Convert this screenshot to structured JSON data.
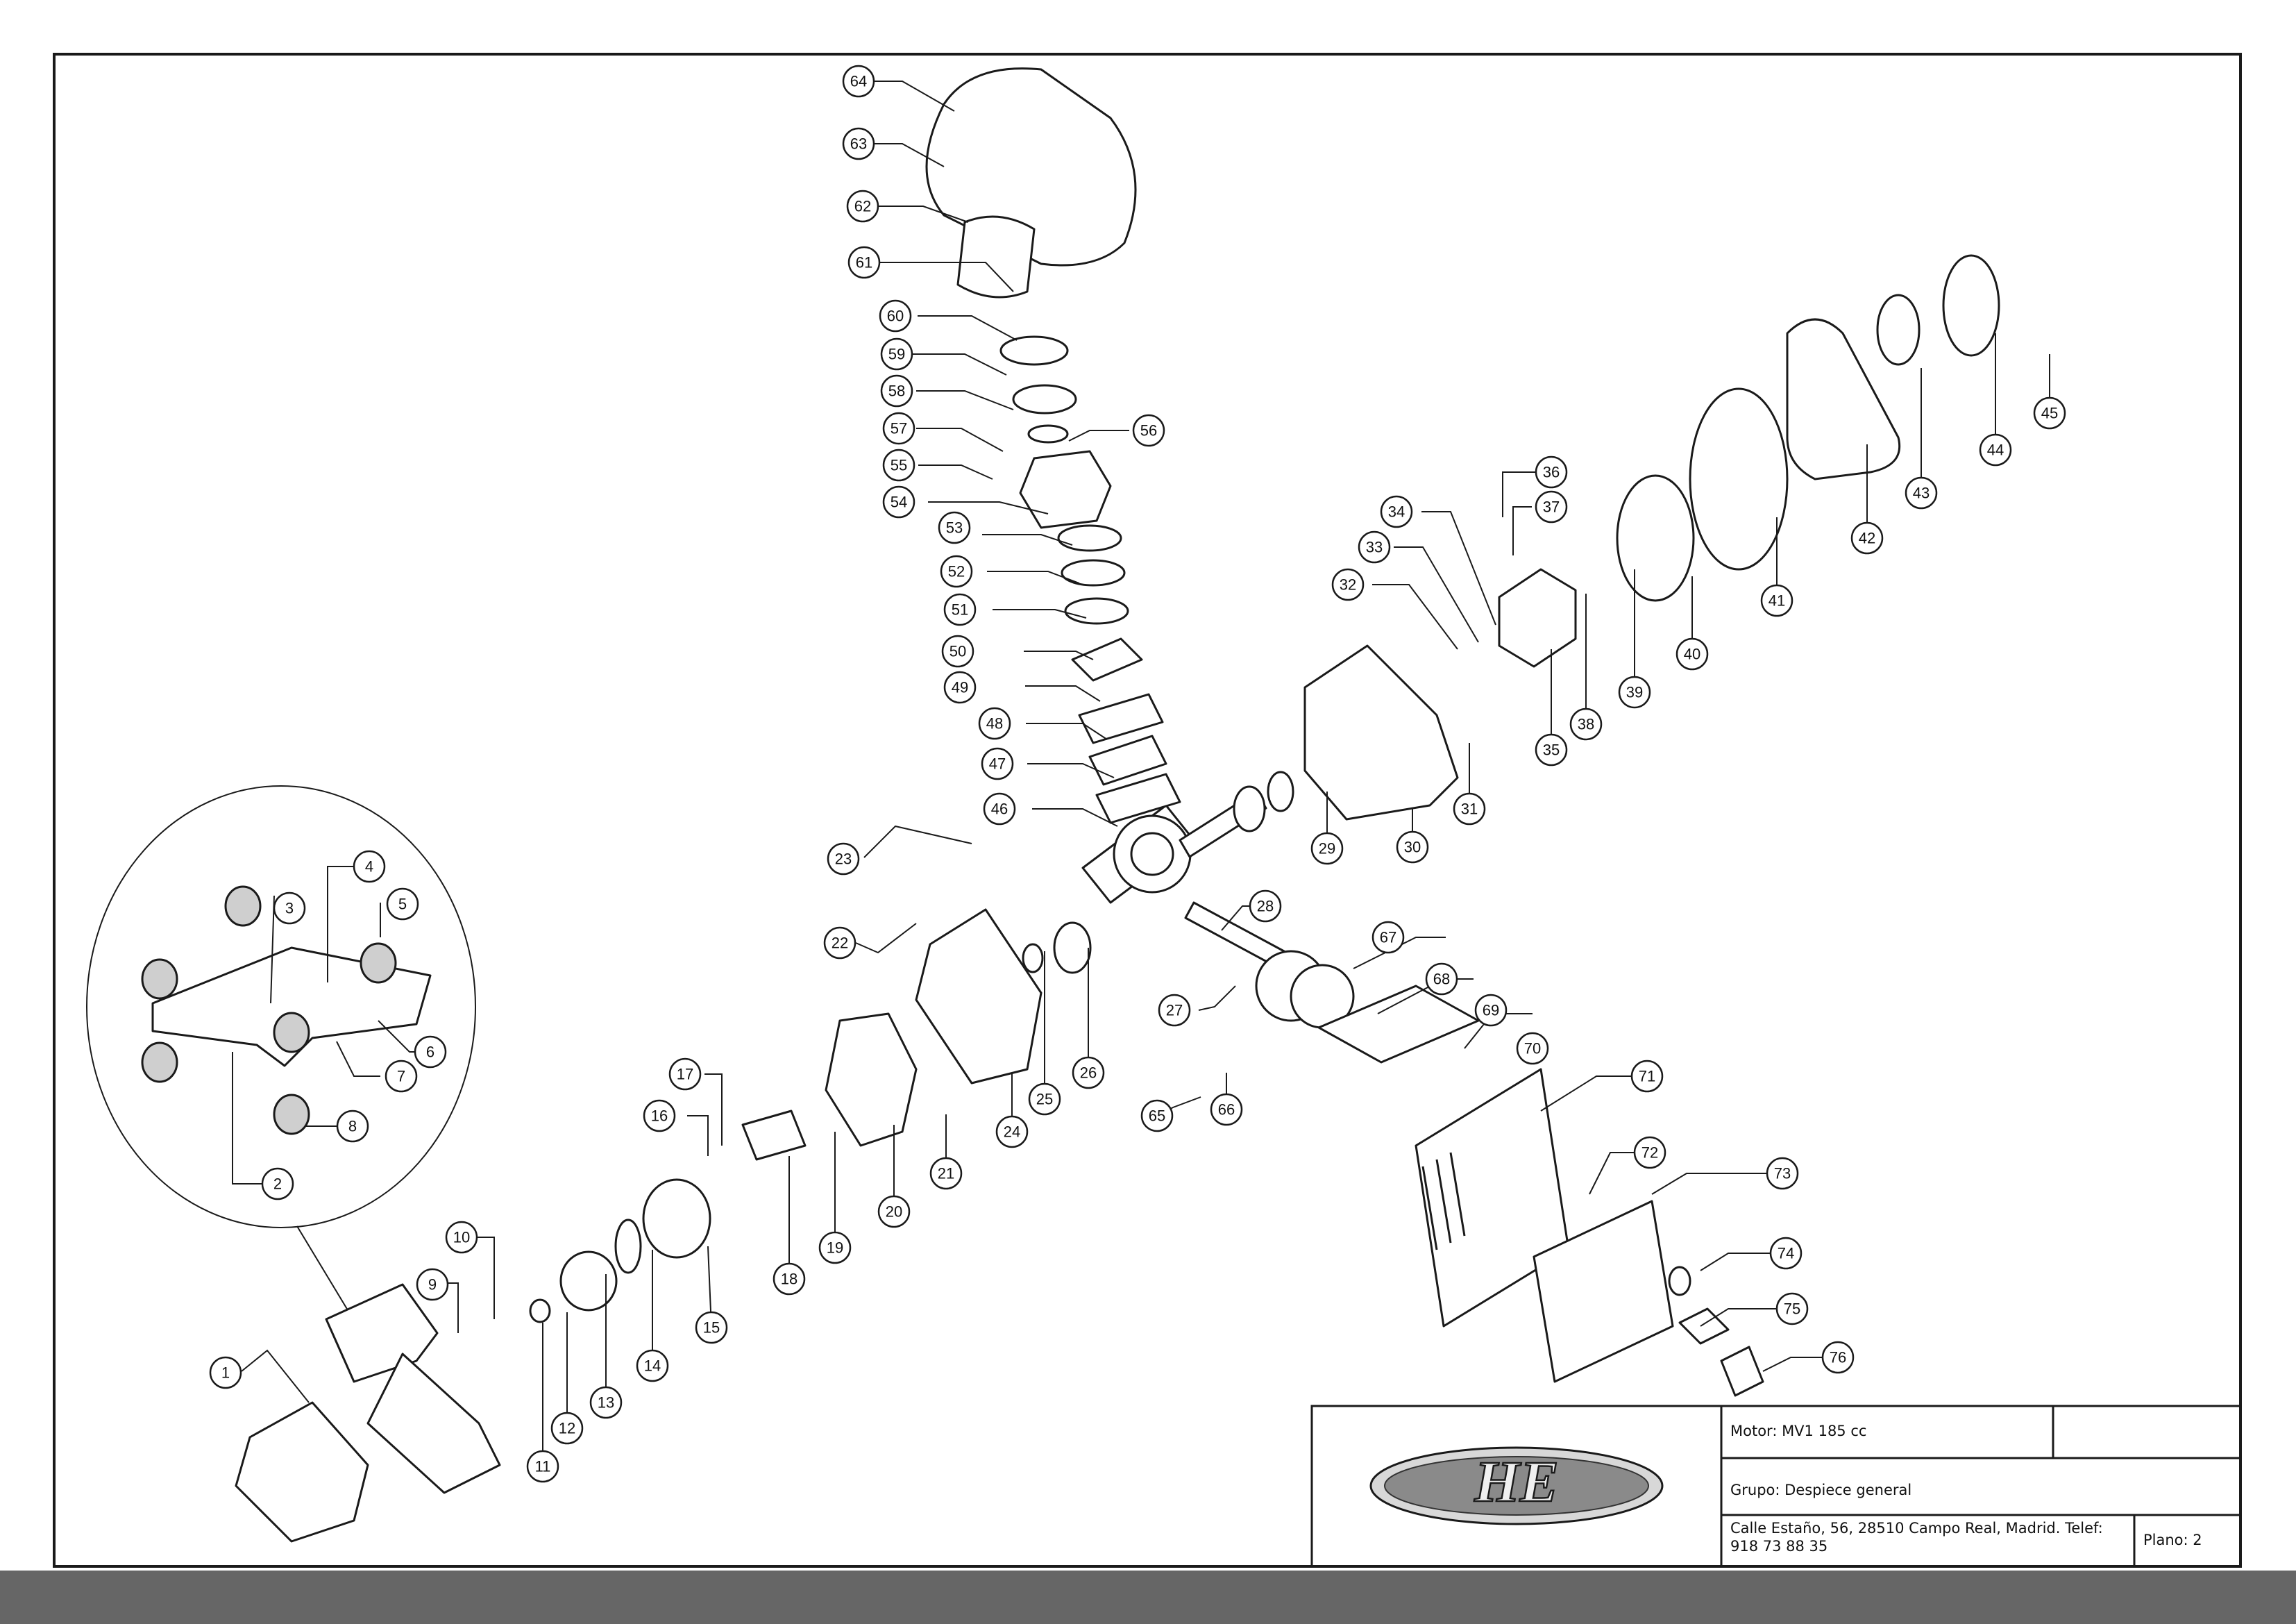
{
  "title_block": {
    "motor": "Motor: MV1 185 cc",
    "grupo": "Grupo: Despiece general",
    "address": "Calle Estaño, 56, 28510 Campo Real, Madrid. Telef:\n918 73 88 35",
    "plano": "Plano: 2"
  },
  "logo_text": "HE",
  "callouts": [
    "1",
    "2",
    "3",
    "4",
    "5",
    "6",
    "7",
    "8",
    "9",
    "10",
    "11",
    "12",
    "13",
    "14",
    "15",
    "16",
    "17",
    "18",
    "19",
    "20",
    "21",
    "22",
    "23",
    "24",
    "25",
    "26",
    "27",
    "28",
    "29",
    "30",
    "31",
    "32",
    "33",
    "34",
    "35",
    "36",
    "37",
    "38",
    "39",
    "40",
    "41",
    "42",
    "43",
    "44",
    "45",
    "46",
    "47",
    "48",
    "49",
    "50",
    "51",
    "52",
    "53",
    "54",
    "55",
    "56",
    "57",
    "58",
    "59",
    "60",
    "61",
    "62",
    "63",
    "64",
    "65",
    "66",
    "67",
    "68",
    "69",
    "70",
    "71",
    "72",
    "73",
    "74",
    "75",
    "76"
  ],
  "colors": {
    "line": "#1a1a1a",
    "bottom_bar": "#666666",
    "background": "#ffffff"
  }
}
